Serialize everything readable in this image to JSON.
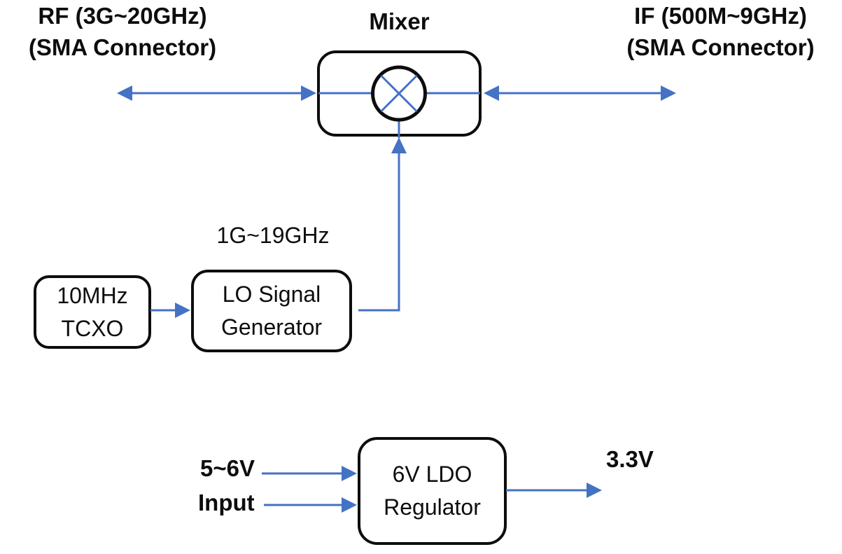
{
  "colors": {
    "accent_blue": "#4472C4",
    "ink": "#0d0d0d"
  },
  "labels": {
    "rf": {
      "line1": "RF (3G~20GHz)",
      "line2": "(SMA Connector)"
    },
    "if": {
      "line1": "IF (500M~9GHz)",
      "line2": "(SMA Connector)"
    },
    "mixer_title": "Mixer",
    "lo_freq": "1G~19GHz",
    "supply": {
      "line1": "5~6V",
      "line2": "Input"
    },
    "output_voltage": "3.3V"
  },
  "nodes": {
    "tcxo": {
      "line1": "10MHz",
      "line2": "TCXO"
    },
    "lo_generator": {
      "line1": "LO Signal",
      "line2": "Generator"
    },
    "ldo": {
      "line1": "6V LDO",
      "line2": "Regulator"
    }
  },
  "connections": [
    "RF port <-> Mixer (bidirectional)",
    "Mixer <-> IF port (bidirectional)",
    "10MHz TCXO -> LO Signal Generator",
    "LO Signal Generator -> Mixer (LO input, 1G~19GHz)",
    "5~6V Input -> 6V LDO Regulator (two lines)",
    "6V LDO Regulator -> 3.3V output"
  ]
}
